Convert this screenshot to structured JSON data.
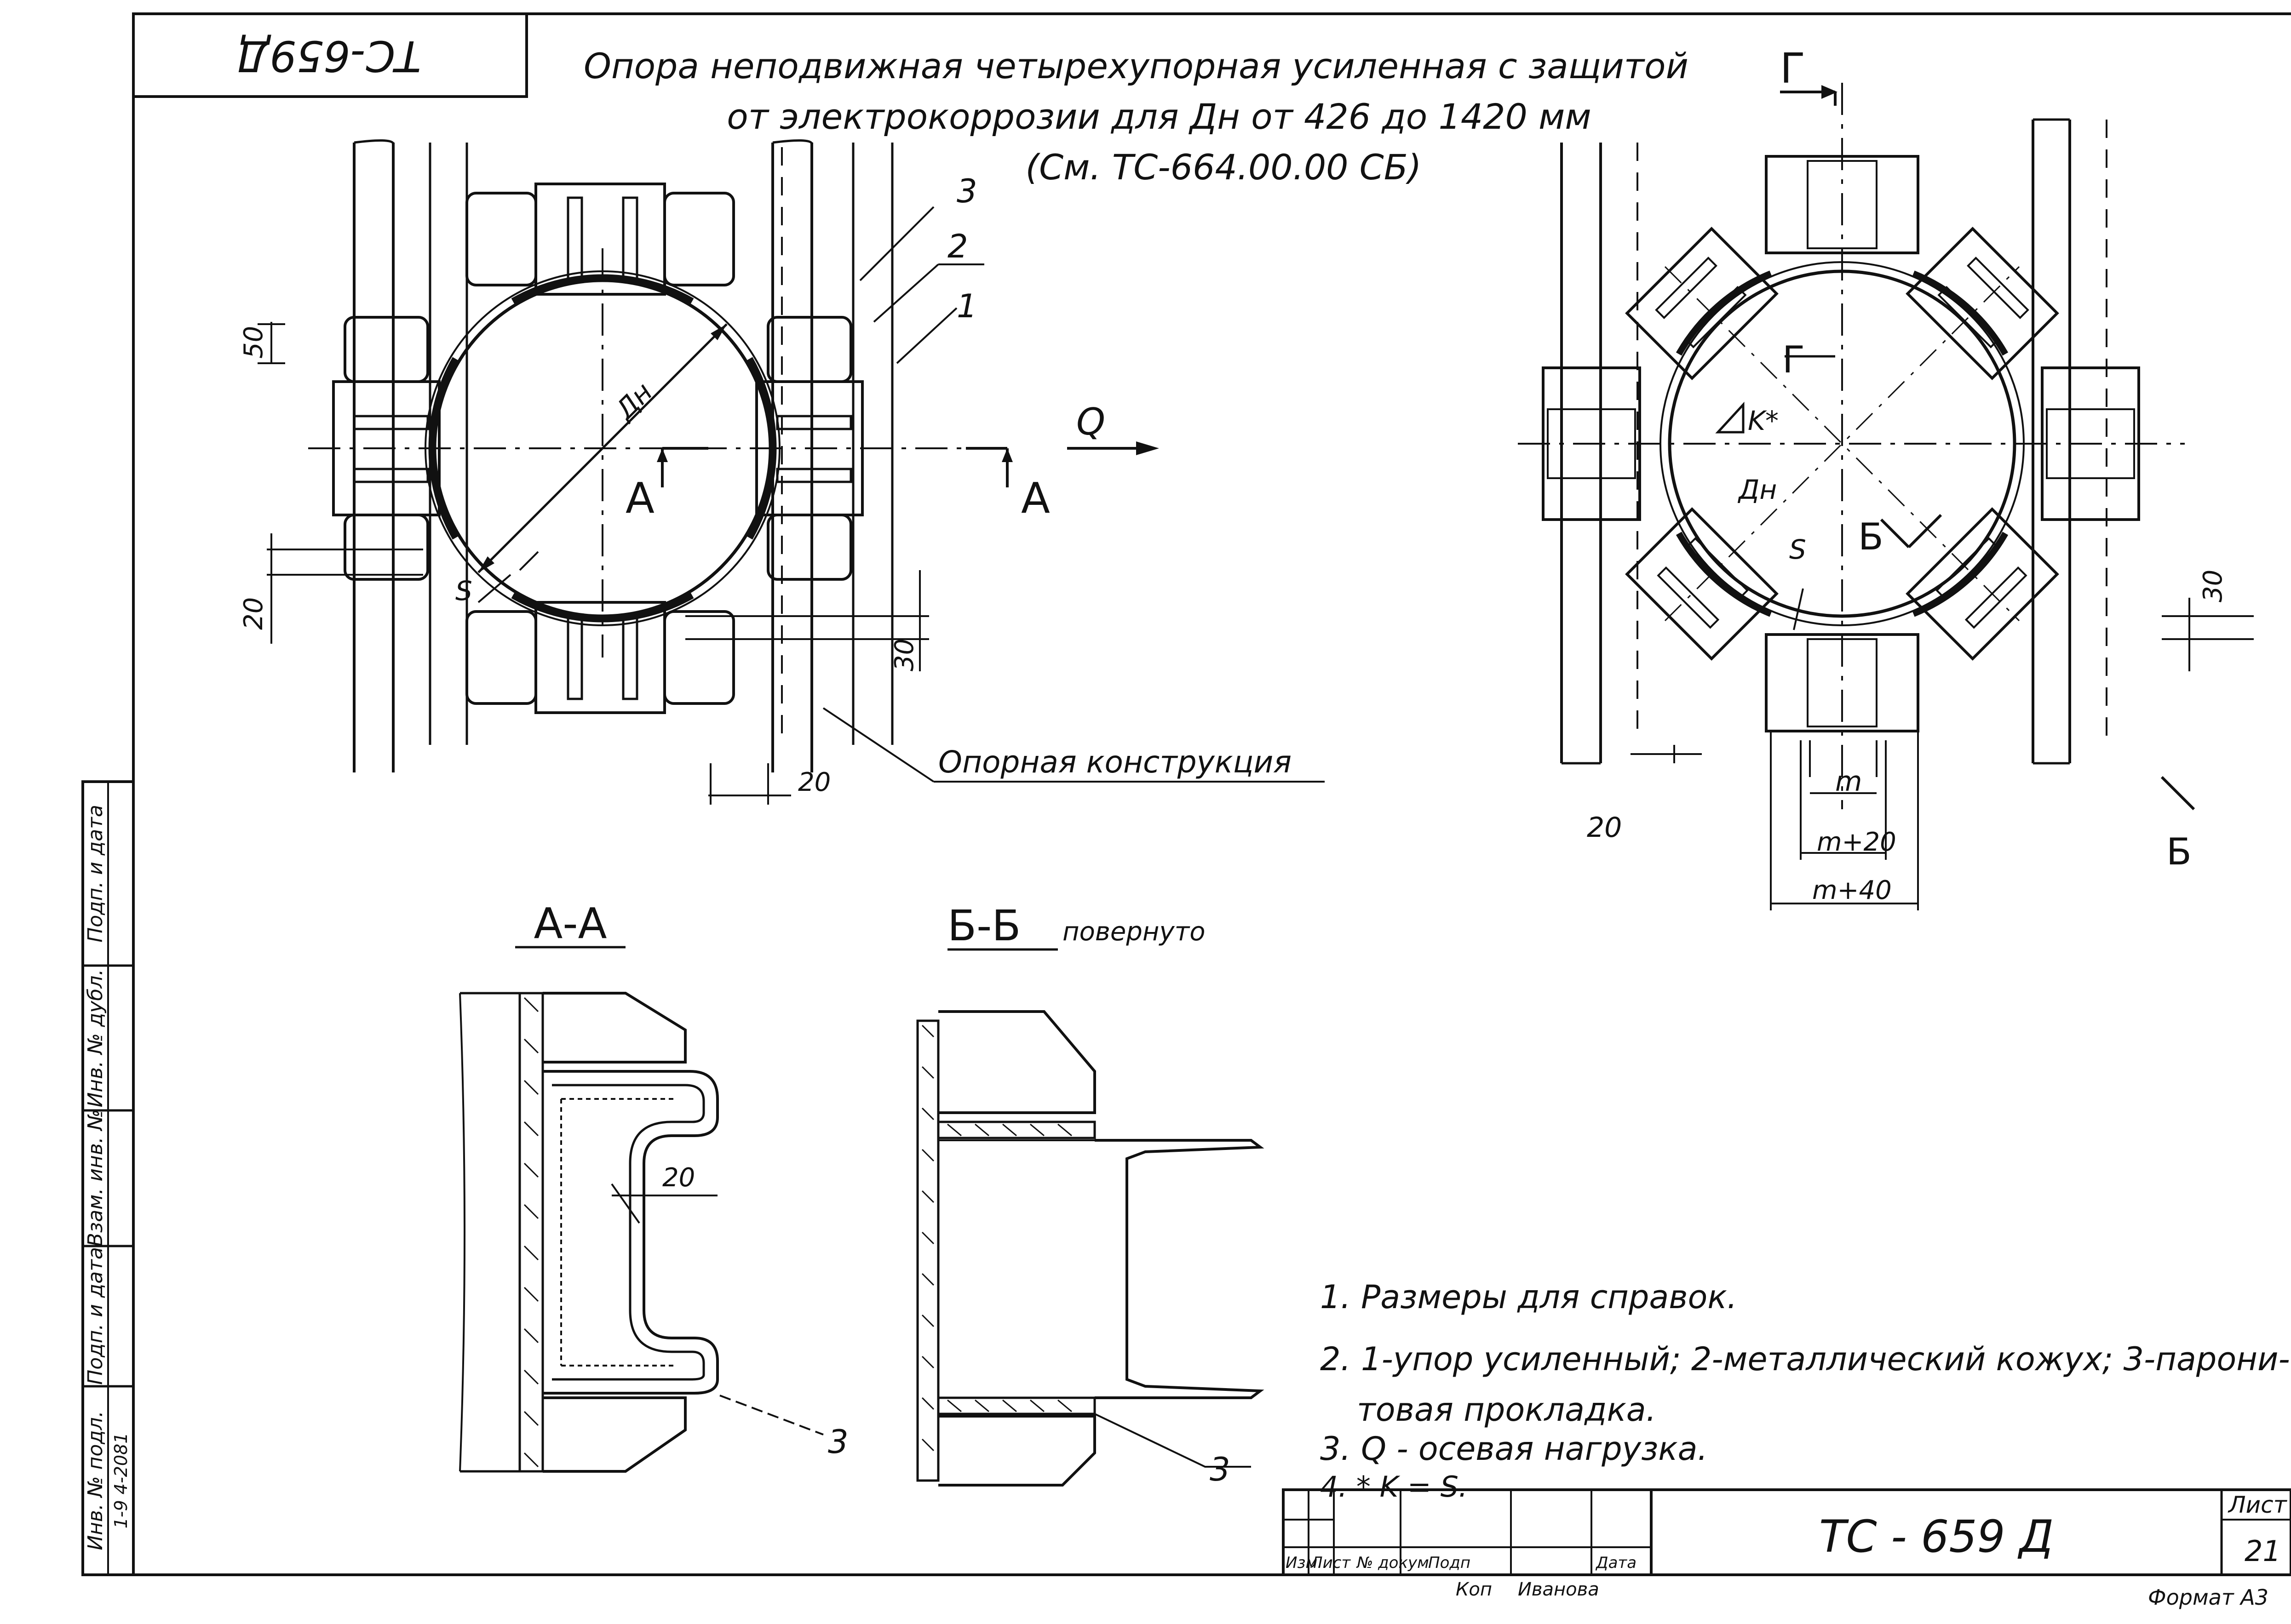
{
  "stamp_top": "ТС-659Д",
  "title": {
    "line1": "Опора неподвижная четырехупорная усиленная с защитой",
    "line2": "от электрокоррозии для Дн от 426 до 1420 мм",
    "line3": "(См. ТС-664.00.00 СБ)"
  },
  "left_view": {
    "callout_3": "3",
    "callout_2": "2",
    "callout_1": "1",
    "dn": "Дн",
    "s": "S",
    "dim_50": "50",
    "dim_20_left": "20",
    "dim_30": "30",
    "dim_20_bottom": "20",
    "q": "Q",
    "section_a_left": "А",
    "section_a_right": "А",
    "support_label": "Опорная конструкция"
  },
  "right_view": {
    "section_g_top": "Г",
    "section_g_inner": "Г",
    "k_mark": "K*",
    "dn": "Дн",
    "s": "S",
    "section_b_inner": "Б",
    "section_b_outer": "Б",
    "dim_30": "30",
    "dim_20": "20",
    "dim_m": "m",
    "dim_m20": "m+20",
    "dim_m40": "m+40"
  },
  "section_aa": {
    "title": "А-А",
    "dim_20": "20",
    "callout": "3"
  },
  "section_bb": {
    "title": "Б-Б",
    "suffix": "повернуто",
    "callout": "3"
  },
  "notes": [
    "1. Размеры для справок.",
    "2. 1-упор усиленный; 2-металлический кожух; 3-парони-",
    "товая прокладка.",
    "3. Q - осевая нагрузка.",
    "4. * K = S."
  ],
  "side_stamp": [
    "Подп. и дата",
    "Инв. № дубл.",
    "Взам. инв. №",
    "Подп. и дата",
    "Инв. № подл."
  ],
  "side_stamp_code": "1-9  4-2081",
  "title_block": {
    "designation": "ТС - 659 Д",
    "sheet_label": "Лист",
    "sheet_number": "21",
    "col_izm": "Изм.",
    "col_list": "Лист",
    "col_doc": "№ докум",
    "col_sign": "Подп",
    "col_date": "Дата",
    "kop": "Коп",
    "name": "Иванова",
    "format": "Формат А3"
  }
}
